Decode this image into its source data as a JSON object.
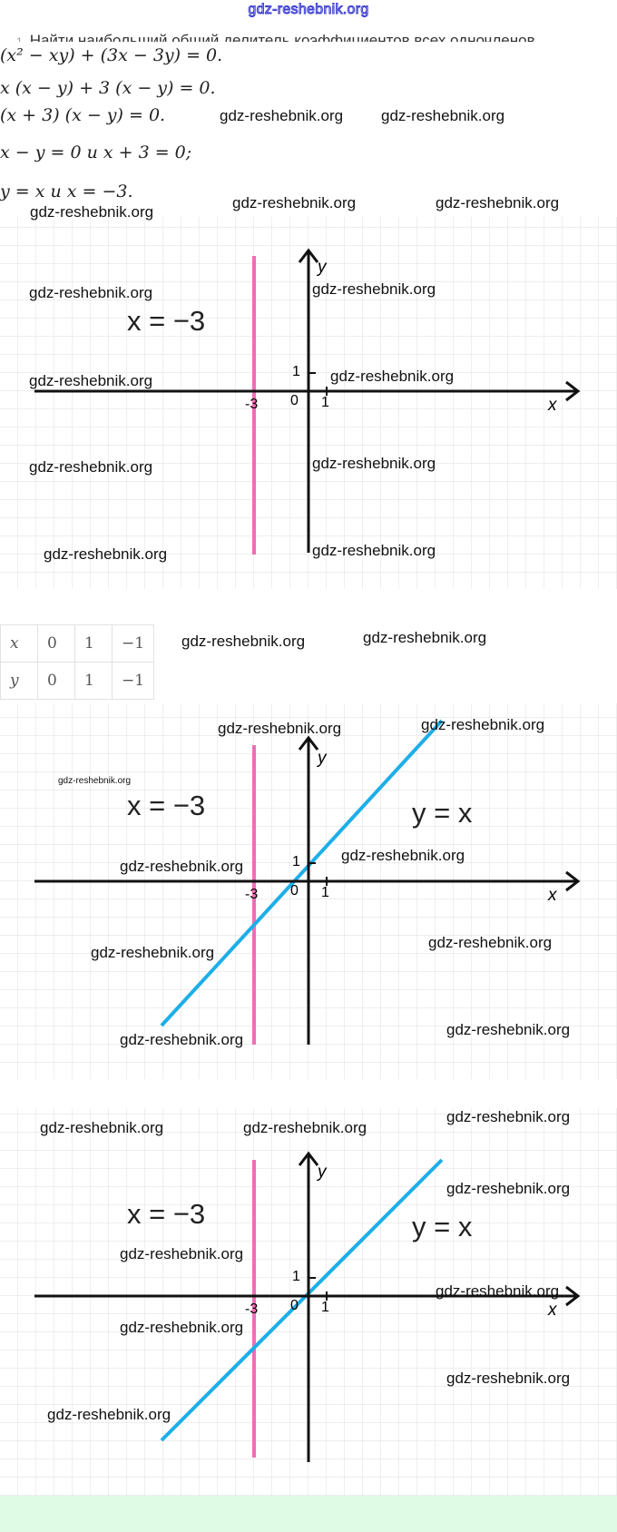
{
  "site_header": "gdz-reshebnik.org",
  "task": {
    "number": "1",
    "text": "Найти наибольший общий делитель коэффициентов всех одночленов"
  },
  "solution_lines": [
    "(x² − xy) + (3x − 3y) = 0.",
    "x (x − y) + 3 (x − y) = 0.",
    "(x + 3) (x − y) = 0.",
    "x − y = 0 и x + 3 = 0;",
    "y = x и x = −3."
  ],
  "watermark": "gdz-reshebnik.org",
  "graph_labels": {
    "x_axis": "x",
    "y_axis": "y",
    "zero": "0",
    "one_x": "1",
    "one_y": "1",
    "minus_three": "-3",
    "line1": "x = −3",
    "line2": "y = x"
  },
  "table": {
    "rows": [
      [
        "x",
        "0",
        "1",
        "−1"
      ],
      [
        "y",
        "0",
        "1",
        "−1"
      ]
    ]
  },
  "colors": {
    "pink": "#ee6fb5",
    "blue": "#1eaee8",
    "grid": "#e4e4e4"
  }
}
